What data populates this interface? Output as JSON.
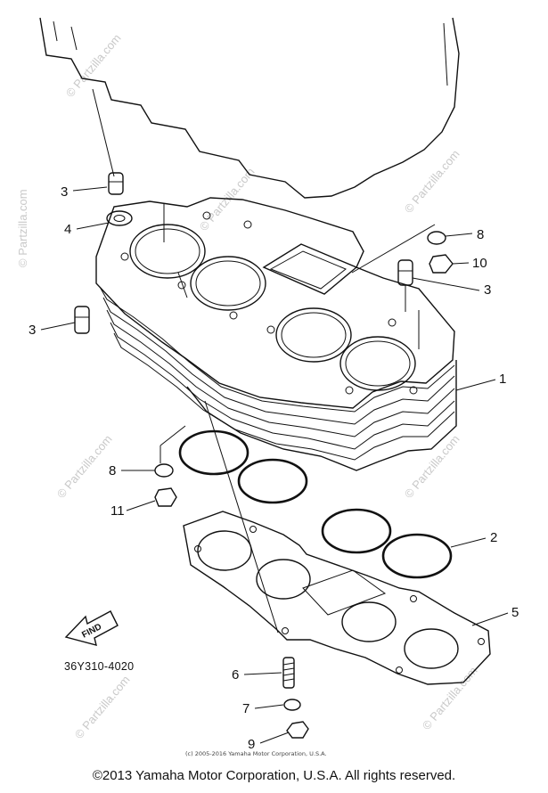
{
  "diagram": {
    "part_code": "36Y310-4020",
    "find_label": "FIND",
    "small_copyright": "(c) 2005-2016 Yamaha Motor Corporation, U.S.A.",
    "copyright": "©2013 Yamaha Motor Corporation, U.S.A. All rights reserved.",
    "watermark": "© Partzilla.com",
    "callouts": [
      {
        "id": "c1",
        "label": "1"
      },
      {
        "id": "c2",
        "label": "2"
      },
      {
        "id": "c3a",
        "label": "3"
      },
      {
        "id": "c3b",
        "label": "3"
      },
      {
        "id": "c3c",
        "label": "3"
      },
      {
        "id": "c4",
        "label": "4"
      },
      {
        "id": "c5",
        "label": "5"
      },
      {
        "id": "c6",
        "label": "6"
      },
      {
        "id": "c7",
        "label": "7"
      },
      {
        "id": "c8a",
        "label": "8"
      },
      {
        "id": "c8b",
        "label": "8"
      },
      {
        "id": "c9",
        "label": "9"
      },
      {
        "id": "c10",
        "label": "10"
      },
      {
        "id": "c11",
        "label": "11"
      }
    ]
  }
}
